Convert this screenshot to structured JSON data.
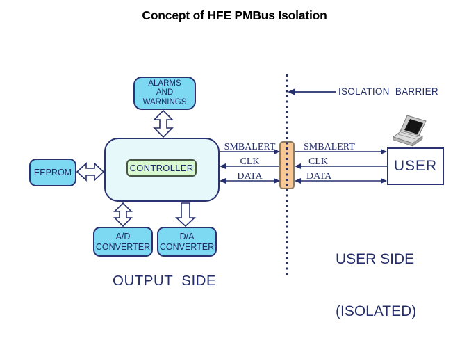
{
  "labels": {
    "title": "Concept of HFE PMBus Isolation",
    "isolation_barrier": "ISOLATION  BARRIER",
    "output_side": "OUTPUT  SIDE",
    "user_side": [
      "USER SIDE",
      "(ISOLATED)"
    ]
  },
  "blocks": {
    "alarms": {
      "lines": [
        "ALARMS",
        "AND",
        "WARNINGS"
      ]
    },
    "controller": {
      "label": "CONTROLLER"
    },
    "eeprom": {
      "label": "EEPROM"
    },
    "ad": {
      "lines": [
        "A/D",
        "CONVERTER"
      ]
    },
    "da": {
      "lines": [
        "D/A",
        "CONVERTER"
      ]
    },
    "user": {
      "label": "USER"
    }
  },
  "signals": {
    "left": [
      "SMBALERT",
      "CLK",
      "DATA"
    ],
    "right": [
      "SMBALERT",
      "CLK",
      "DATA"
    ]
  },
  "icons": {
    "laptop": "laptop-icon",
    "isolator": "isolation-coupler"
  },
  "colors": {
    "navy": "#232e6a",
    "cyan_fill": "#7dd8f1",
    "controller_outer_fill": "#e7f8fb",
    "controller_inner_fill": "#d8f9cf",
    "isolator_fill": "#f7c795",
    "title_color": "#000000",
    "background": "#ffffff"
  }
}
